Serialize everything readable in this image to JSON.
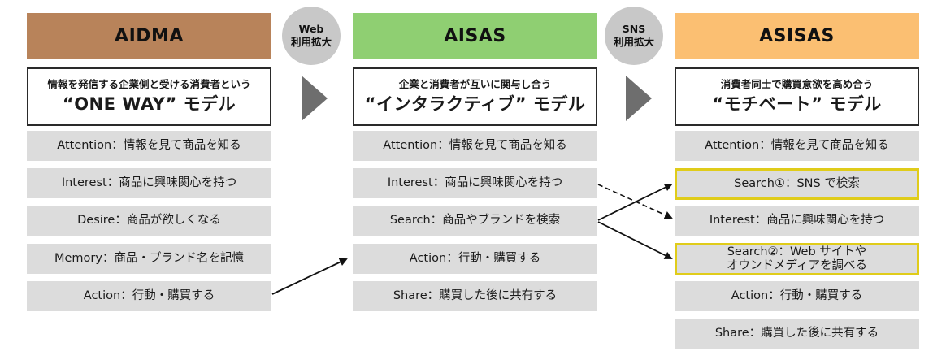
{
  "colors": {
    "aidma": "#b8835a",
    "aisas": "#8fcf72",
    "asisas": "#fbbf72",
    "step_bg": "#dcdcdc",
    "highlight": "#e0cc1a",
    "connector": "#c8c8c8",
    "chevron": "#6e6e6e"
  },
  "connectors": [
    {
      "line1": "Web",
      "line2": "利用拡大"
    },
    {
      "line1": "SNS",
      "line2": "利用拡大"
    }
  ],
  "models": [
    {
      "name": "AIDMA",
      "subtitle": "情報を発信する企業側と受ける消費者という",
      "title": "“ONE WAY” モデル",
      "steps": [
        "Attention：情報を見て商品を知る",
        "Interest：商品に興味関心を持つ",
        "Desire：商品が欲しくなる",
        "Memory：商品・ブランド名を記憶",
        "Action：行動・購買する"
      ]
    },
    {
      "name": "AISAS",
      "subtitle": "企業と消費者が互いに関与し合う",
      "title": "“インタラクティブ” モデル",
      "steps": [
        "Attention：情報を見て商品を知る",
        "Interest：商品に興味関心を持つ",
        "Search：商品やブランドを検索",
        "Action：行動・購買する",
        "Share：購買した後に共有する"
      ]
    },
    {
      "name": "ASISAS",
      "subtitle": "消費者同士で購買意欲を高め合う",
      "title": "“モチベート” モデル",
      "steps": [
        "Attention：情報を見て商品を知る",
        "Search①：SNS で検索",
        "Interest：商品に興味関心を持つ",
        "Search②：Web サイトや",
        "オウンドメディアを調べる",
        "Action：行動・購買する",
        "Share：購買した後に共有する"
      ]
    }
  ]
}
